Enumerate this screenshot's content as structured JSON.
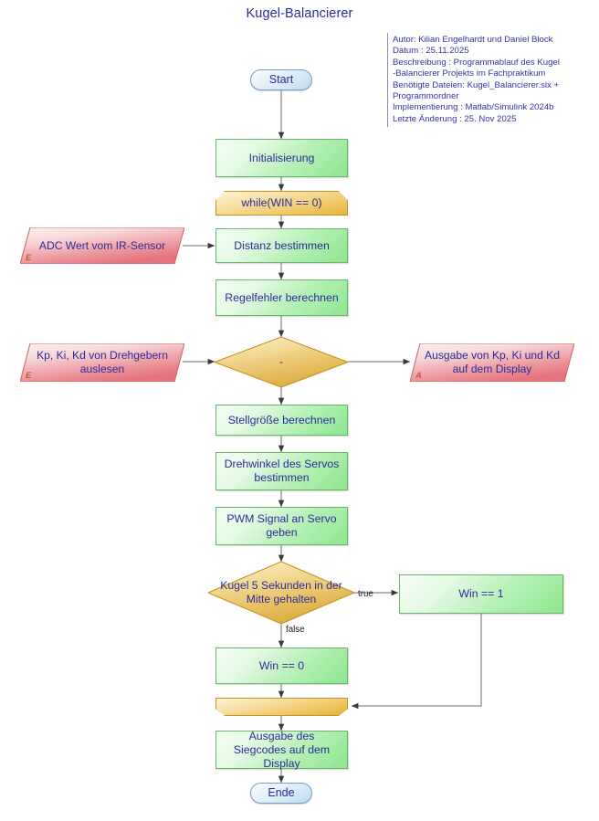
{
  "title": "Kugel-Balancierer",
  "note": {
    "lines": [
      "Autor: Kilian Engelhardt und Daniel Block",
      "Datum : 25.11.2025",
      "Beschreibung : Programmablauf des Kugel",
      "-Balancierer Projekts im Fachpraktikum",
      "Benötigte Dateien: Kugel_Balancierer.slx +",
      "Programmordner",
      "Implementierung : Matlab/Simulink 2024b",
      "Letzte Änderung : 25. Nov 2025"
    ],
    "text": "Autor: Kilian Engelhardt und Daniel Block\nDatum : 25.11.2025\nBeschreibung : Programmablauf des Kugel\n-Balancierer Projekts im Fachpraktikum\nBenötigte Dateien: Kugel_Balancierer.slx +\nProgrammordner\nImplementierung : Matlab/Simulink 2024b\nLetzte Änderung : 25. Nov 2025"
  },
  "colors": {
    "text": "#2b2b9b",
    "process_border": "#6cb36c",
    "process_fill_light": "#f4fdf4",
    "process_fill_dark": "#8fe68f",
    "loop_border": "#c8931f",
    "loop_fill_light": "#fdf3d6",
    "loop_fill_dark": "#e3b545",
    "io_border": "#d06a74",
    "io_fill_light": "#fbeeee",
    "io_fill_dark": "#e8707a",
    "terminator_border": "#7d9dc0",
    "terminator_fill_dark": "#bcd9ef",
    "connector": "#6b6b6b",
    "tag_color": "#d4582e"
  },
  "nodes": {
    "start": {
      "label": "Start",
      "type": "terminator"
    },
    "init": {
      "label": "Initialisierung",
      "type": "process"
    },
    "while_loop": {
      "label": "while(WIN == 0)",
      "type": "loop-start"
    },
    "adc_input": {
      "label": "ADC Wert vom IR-Sensor",
      "tag": "E",
      "type": "input"
    },
    "distanz": {
      "label": "Distanz bestimmen",
      "type": "process"
    },
    "regelfehler": {
      "label": "Regelfehler berechnen",
      "type": "process"
    },
    "drehgeber_input": {
      "label": "Kp, Ki, Kd von Drehgebern auslesen",
      "tag": "E",
      "type": "input"
    },
    "decision_pid": {
      "label": "-",
      "type": "decision"
    },
    "pid_output": {
      "label": "Ausgabe von Kp, Ki und Kd auf dem Display",
      "tag": "A",
      "type": "output"
    },
    "stellgroesse": {
      "label": "Stellgröße berechnen",
      "type": "process"
    },
    "drehwinkel": {
      "label": "Drehwinkel des Servos bestimmen",
      "type": "process"
    },
    "pwm": {
      "label": "PWM Signal an Servo geben",
      "type": "process"
    },
    "decision_kugel": {
      "label": "Kugel 5 Sekunden in der Mitte gehalten",
      "type": "decision"
    },
    "win1": {
      "label": "Win == 1",
      "type": "process"
    },
    "win0": {
      "label": "Win == 0",
      "type": "process"
    },
    "merge": {
      "label": "",
      "type": "loop-end"
    },
    "siegcode": {
      "label": "Ausgabe des Siegcodes auf dem Display",
      "type": "process"
    },
    "ende": {
      "label": "Ende",
      "type": "terminator"
    }
  },
  "edge_labels": {
    "true": "true",
    "false": "false"
  }
}
